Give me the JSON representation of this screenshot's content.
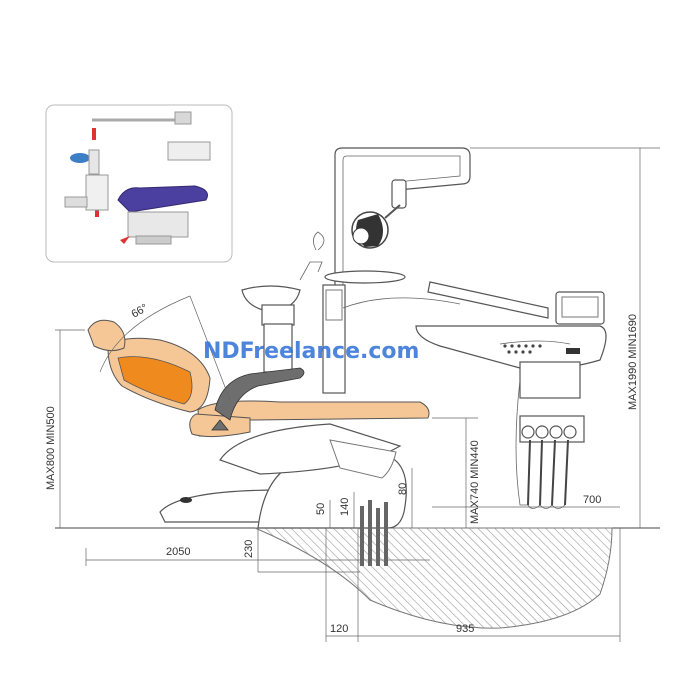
{
  "watermark": "NDFreelance.com",
  "labels": {
    "angle": "66°",
    "back_height": "MAX800 MIN500",
    "total_height": "MAX1990 MIN1690",
    "seat_height": "MAX740 MIN440",
    "length": "2050",
    "depth": "230",
    "right_len": "700",
    "base_offset": "120",
    "floor_len": "935",
    "small_50": "50",
    "small_140": "140",
    "small_80": "80"
  },
  "colors": {
    "upholstery_light": "#f6c796",
    "upholstery_dark": "#ef8a1f",
    "armrest": "#6e6e6e",
    "floor_hatch": "#9a9a9a"
  }
}
